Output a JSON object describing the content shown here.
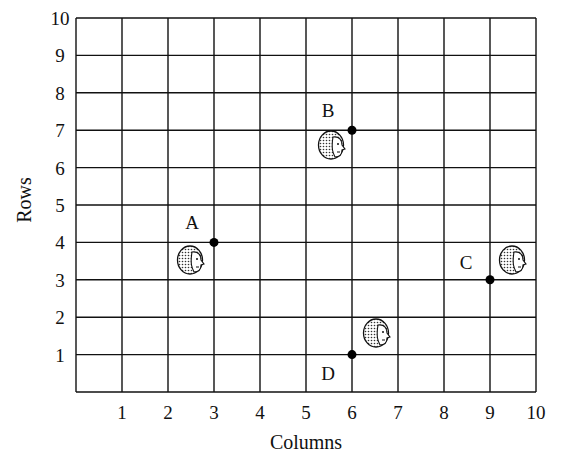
{
  "diagram": {
    "labels": [
      "10",
      "9",
      "8",
      "7",
      "6",
      "5",
      "4",
      "3",
      "2",
      "1",
      "Rows",
      "B",
      "A",
      "C",
      "D",
      "1",
      "2",
      "3",
      "4",
      "5",
      "6",
      "7",
      "8",
      "9",
      "10",
      "Columns"
    ]
  }
}
